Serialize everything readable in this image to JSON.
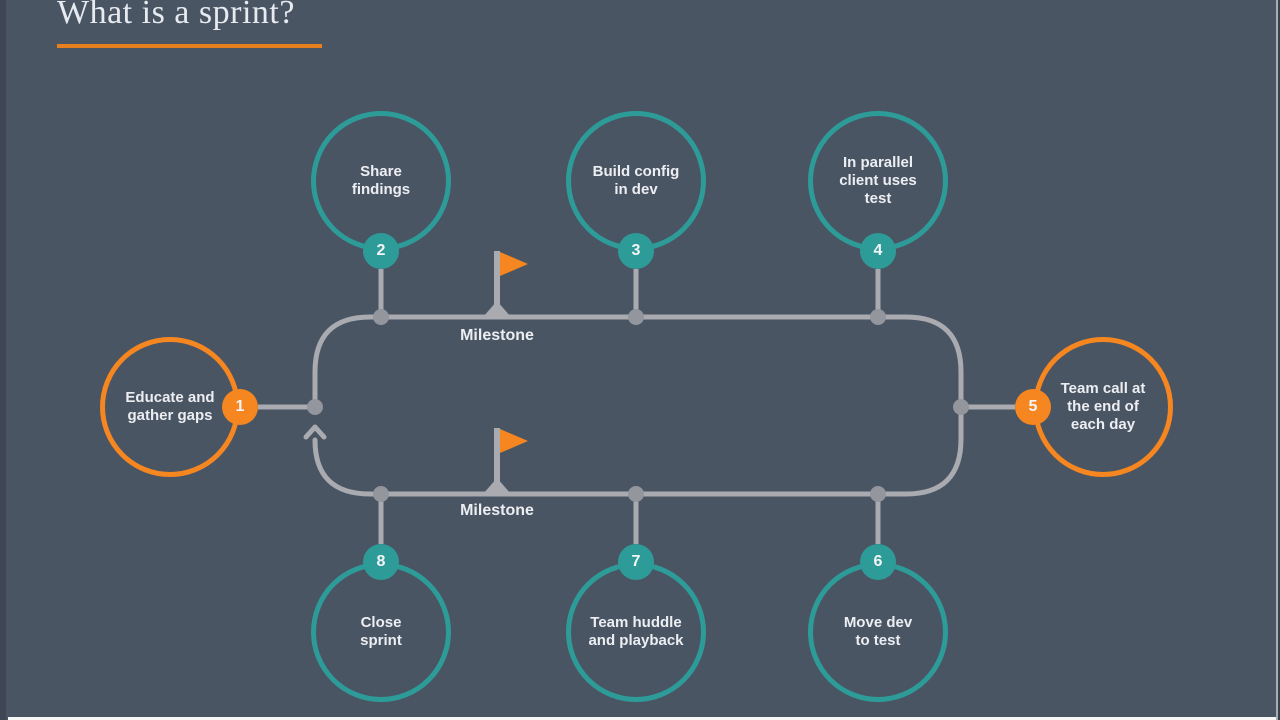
{
  "slide": {
    "title": "What is a sprint?"
  },
  "colors": {
    "background": "#4a5564",
    "teal": "#2d9c99",
    "orange": "#f6861f",
    "track": "#a9abb0",
    "dot": "#94969e",
    "text": "#eceef2",
    "underline": "#e87f1f"
  },
  "steps": [
    {
      "number": "1",
      "label": "Educate and\ngather gaps",
      "accent": "orange"
    },
    {
      "number": "2",
      "label": "Share\nfindings",
      "accent": "teal"
    },
    {
      "number": "3",
      "label": "Build config\nin dev",
      "accent": "teal"
    },
    {
      "number": "4",
      "label": "In parallel\nclient uses\ntest",
      "accent": "teal"
    },
    {
      "number": "5",
      "label": "Team call at\nthe end of\neach day",
      "accent": "orange"
    },
    {
      "number": "6",
      "label": "Move dev\nto test",
      "accent": "teal"
    },
    {
      "number": "7",
      "label": "Team huddle\nand playback",
      "accent": "teal"
    },
    {
      "number": "8",
      "label": "Close\nsprint",
      "accent": "teal"
    }
  ],
  "milestones": {
    "top": {
      "label": "Milestone"
    },
    "bottom": {
      "label": "Milestone"
    }
  }
}
